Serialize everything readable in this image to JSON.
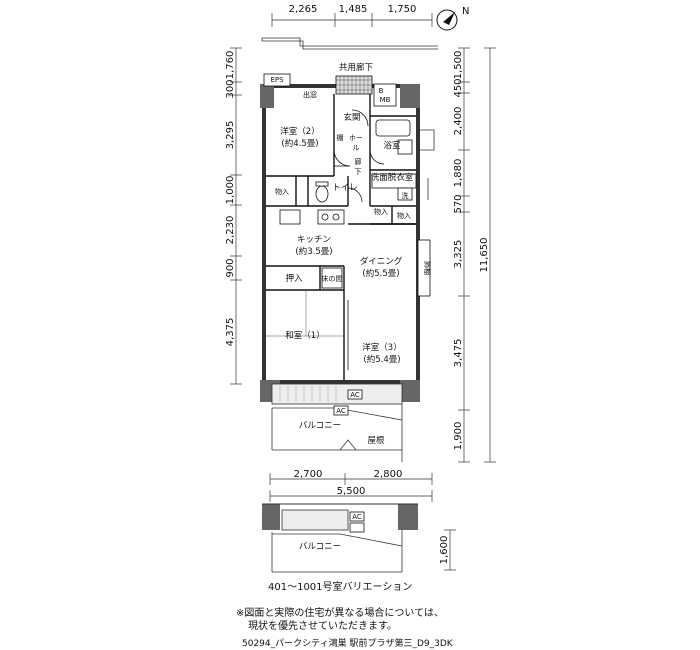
{
  "dimensions": {
    "top": [
      "2,265",
      "1,485",
      "1,750"
    ],
    "left": [
      "1,760",
      "300",
      "3,295",
      "1,000",
      "2,230",
      "900",
      "4,375"
    ],
    "right": [
      "1,500",
      "450",
      "2,400",
      "1,880",
      "570",
      "3,325",
      "3,475",
      "1,900"
    ],
    "right_total": "11,650",
    "bottom": [
      "2,700",
      "2,800"
    ],
    "bottom_total": "5,500",
    "variation_right": "1,600"
  },
  "labels": {
    "corridor": "共用廊下",
    "eps": "EPS",
    "window_bay": "出窓",
    "meter": "MB",
    "meter_letter": "B",
    "entrance": "玄関",
    "shelf": "棚",
    "hall_1": "ホー",
    "hall_2": "ル",
    "hall_3": "廊",
    "hall_4": "下",
    "bath": "浴室",
    "washroom": "洗面脱衣室",
    "washer": "洗",
    "toilet": "トイレ",
    "storage": "物入",
    "storage_2": "物入",
    "storage_3": "物入",
    "western_2_name": "洋室（2）",
    "western_2_size": "(約4.5畳)",
    "kitchen_name": "キッチン",
    "kitchen_size": "(約3.5畳)",
    "dining_name": "ダイニング",
    "dining_size": "(約5.5畳)",
    "oshiire": "押入",
    "tokonoma": "床の間",
    "japanese_name": "和室（1）",
    "western_3_name": "洋室（3）",
    "western_3_size": "(約5.4畳)",
    "decorative_shelf": "飾棚",
    "ac": "AC",
    "ac_2": "AC",
    "ac_3": "AC",
    "balcony": "バルコニー",
    "balcony_2": "バルコニー",
    "roof": "屋根",
    "compass_letter": "N"
  },
  "captions": {
    "variation": "401～1001号室バリエーション",
    "note_1": "※図面と実際の住宅が異なる場合については、",
    "note_2": "現状を優先させていただきます。",
    "footer": "50294_パークシティ鴻巣 駅前プラザ第三_D9_3DK"
  }
}
